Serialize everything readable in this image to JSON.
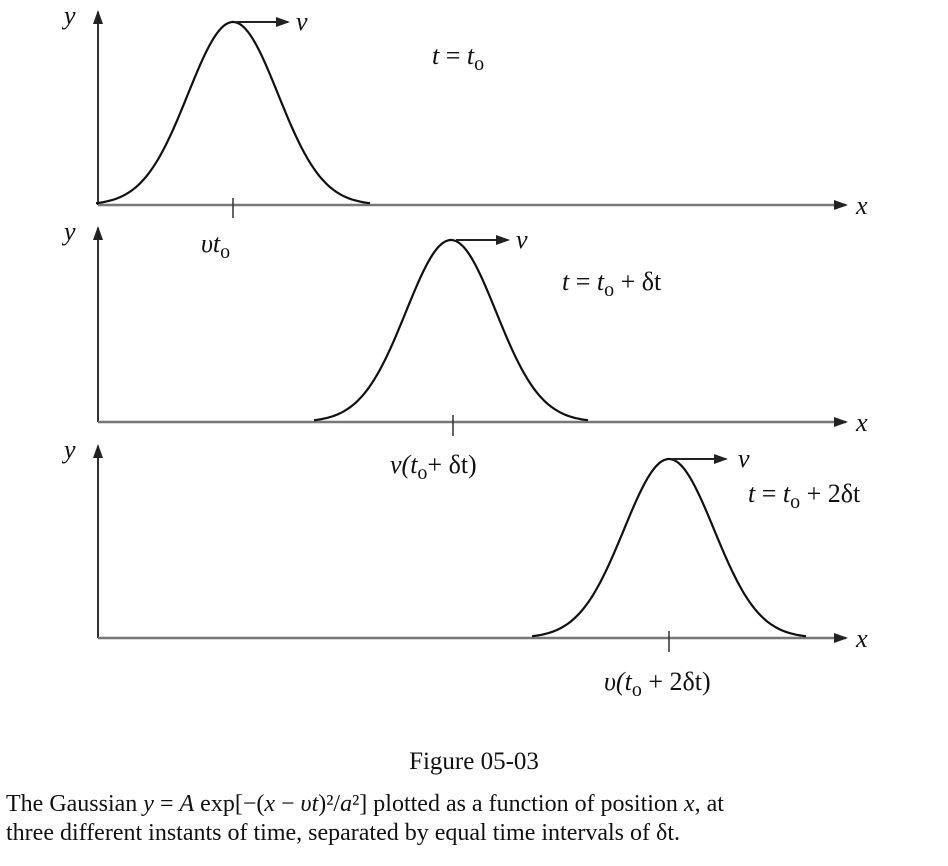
{
  "figure_number": "Figure 05-03",
  "caption": {
    "line1_a": "The Gaussian ",
    "line1_y": "y",
    "line1_b": " = ",
    "line1_A": "A",
    "line1_c": " exp[−(",
    "line1_x": "x",
    "line1_d": " − ",
    "line1_vt": "υt",
    "line1_e": ")²/",
    "line1_a2": "a",
    "line1_f": "²] plotted as a function of position ",
    "line1_x2": "x",
    "line1_g": ", at",
    "line2": "three different instants of time, separated by equal time intervals of δt."
  },
  "panels": [
    {
      "y_axis_label": "y",
      "x_axis_label": "x",
      "velocity_label": "v",
      "time_label": {
        "var": "t",
        "eq": " = ",
        "t0": "t",
        "t0_sub": "o",
        "rest": ""
      },
      "position_label": {
        "pre": "υt",
        "sub": "o",
        "post": ""
      },
      "peak_center": 1,
      "pulse_width": 1
    },
    {
      "y_axis_label": "y",
      "x_axis_label": "x",
      "velocity_label": "v",
      "time_label": {
        "var": "t",
        "eq": " = ",
        "t0": "t",
        "t0_sub": "o",
        "rest": " + δt"
      },
      "position_label": {
        "pre": "v(t",
        "sub": "o",
        "post": "+ δt)"
      },
      "peak_center": 2,
      "pulse_width": 1
    },
    {
      "y_axis_label": "y",
      "x_axis_label": "x",
      "velocity_label": "v",
      "time_label": {
        "var": "t",
        "eq": " = ",
        "t0": "t",
        "t0_sub": "o",
        "rest": " + 2δt"
      },
      "position_label": {
        "pre": "υ(t",
        "sub": "o",
        "post": " + 2δt)"
      },
      "peak_center": 3,
      "pulse_width": 1
    }
  ]
}
